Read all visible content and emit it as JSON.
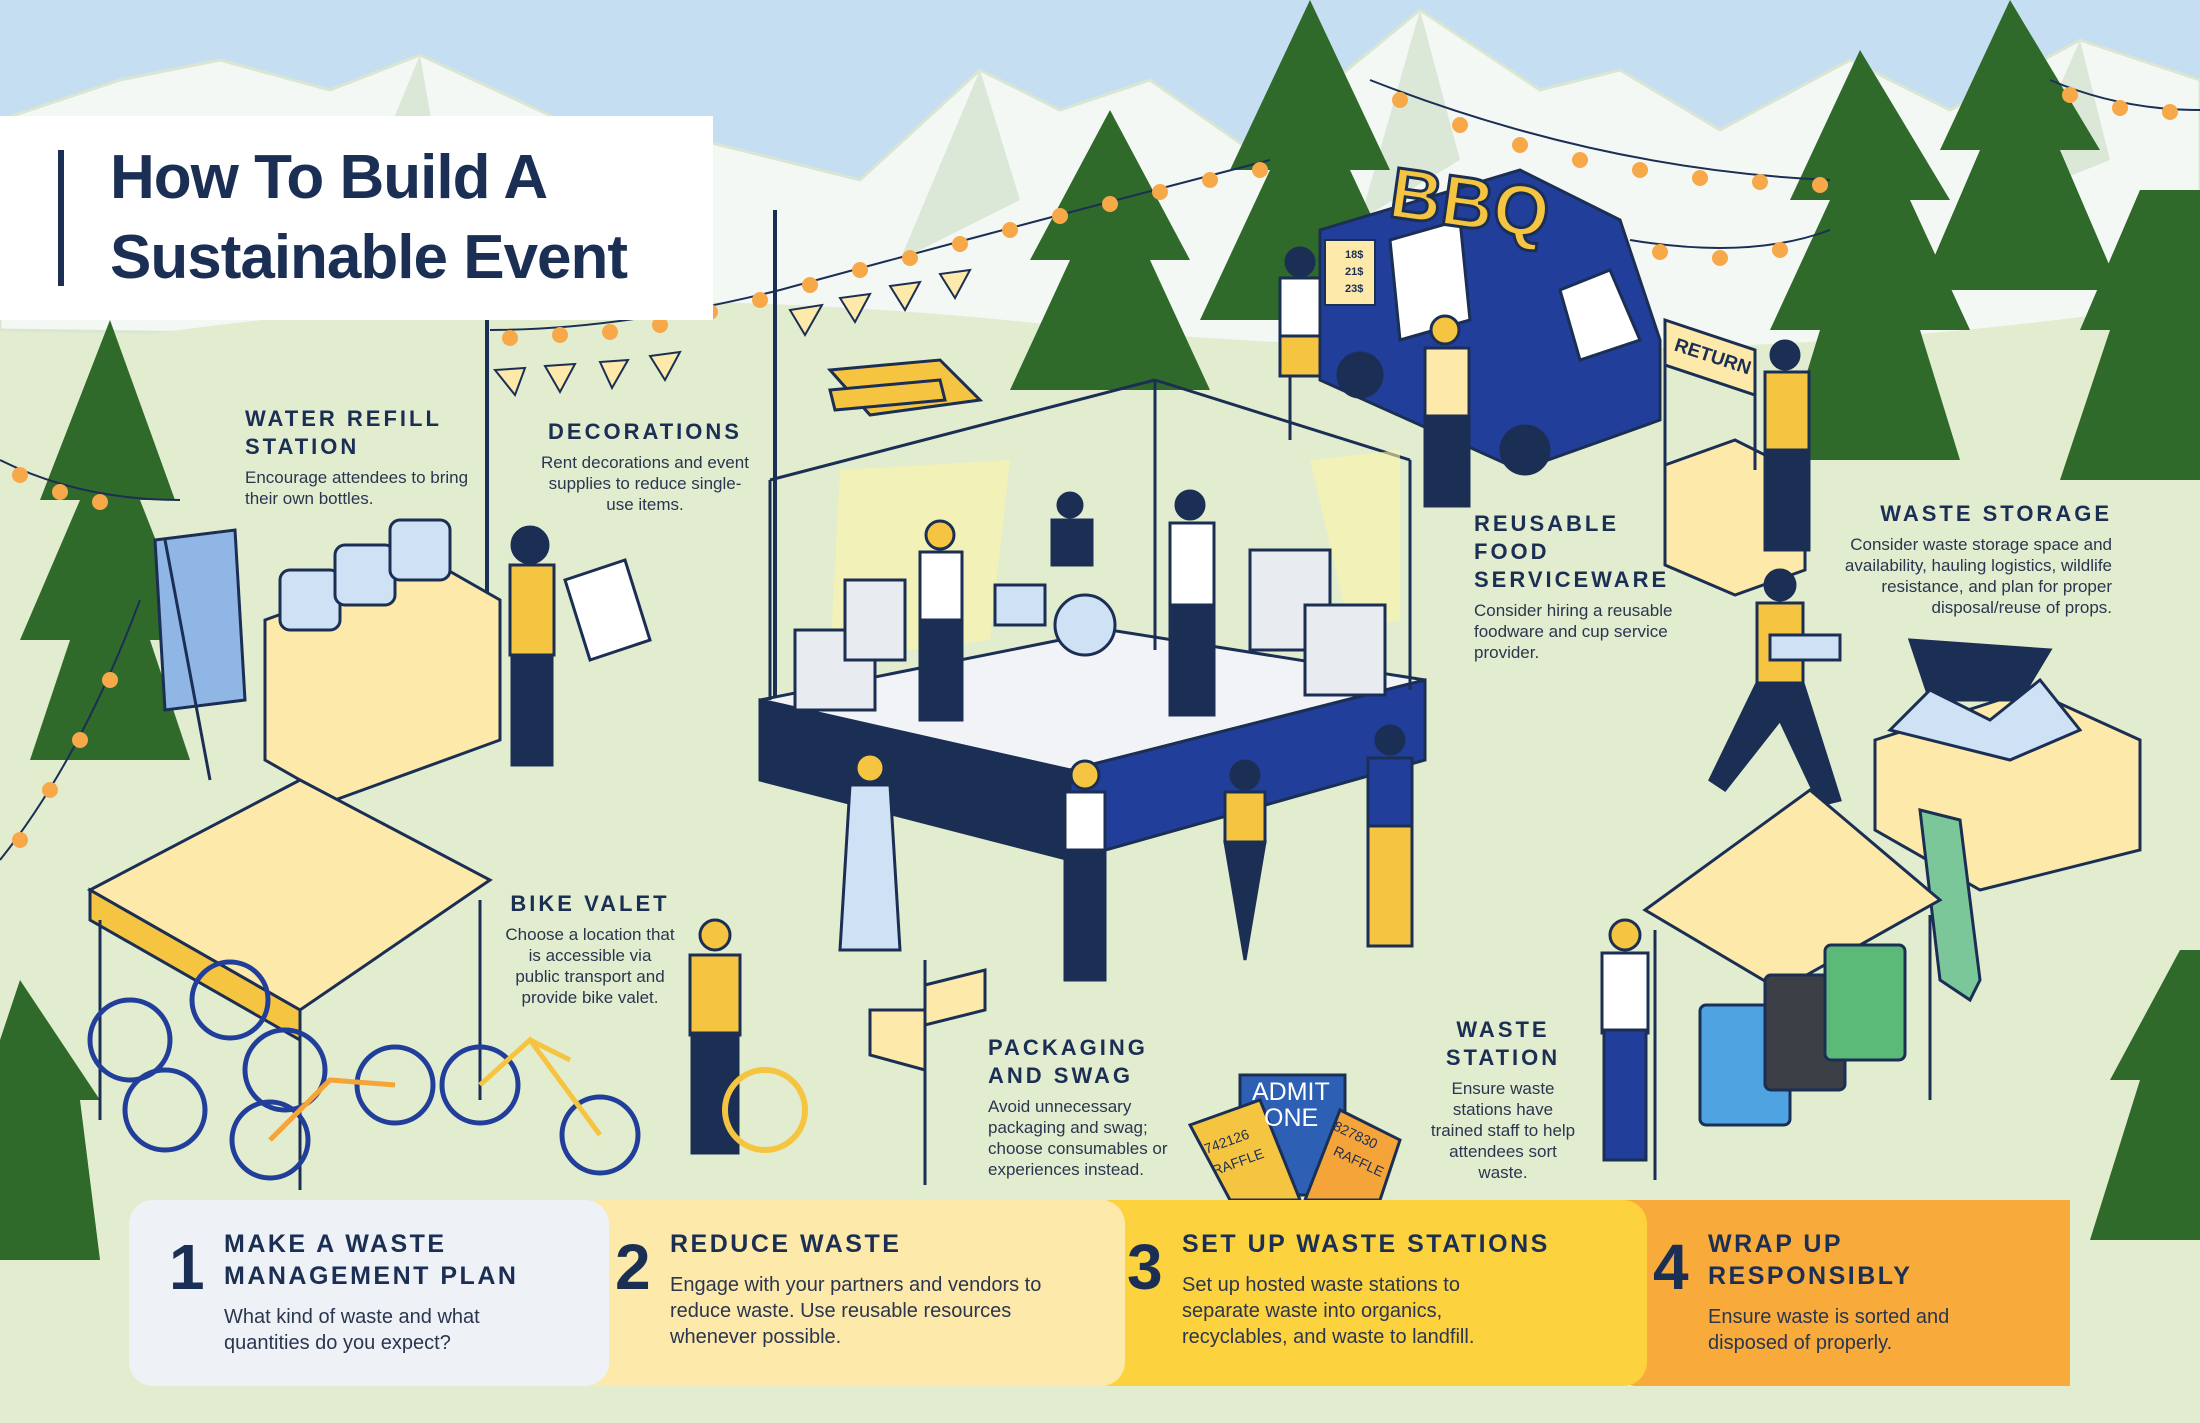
{
  "title": {
    "line1": "How To Build A",
    "line2": "Sustainable Event"
  },
  "callouts": {
    "water_refill": {
      "heading_line1": "WATER REFILL",
      "heading_line2": "STATION",
      "text": "Encourage attendees to bring their own bottles."
    },
    "decorations": {
      "heading": "DECORATIONS",
      "text": "Rent decorations and event supplies to reduce single-use items."
    },
    "reusable_food": {
      "heading_line1": "REUSABLE",
      "heading_line2": "FOOD",
      "heading_line3": "SERVICEWARE",
      "text": "Consider hiring a reusable foodware and cup service provider."
    },
    "waste_storage": {
      "heading": "WASTE STORAGE",
      "text": "Consider waste storage space and availability, hauling logistics, wildlife resistance, and plan for proper disposal/reuse of props."
    },
    "bike_valet": {
      "heading": "BIKE VALET",
      "text": "Choose a location that is accessible via public transport and provide bike valet."
    },
    "packaging": {
      "heading_line1": "PACKAGING",
      "heading_line2": "AND SWAG",
      "text": "Avoid unnecessary packaging and swag; choose consumables or experiences instead."
    },
    "waste_station": {
      "heading_line1": "WASTE",
      "heading_line2": "STATION",
      "text": "Ensure waste stations have trained staff to help attendees sort waste."
    }
  },
  "signs": {
    "bbq": "BBQ",
    "return": "RETURN",
    "menu": [
      "18$",
      "21$",
      "23$"
    ],
    "admit_line1": "ADMIT",
    "admit_line2": "ONE",
    "raffle_label": "RAFFLE",
    "raffle_numbers": [
      "742126",
      "827830"
    ]
  },
  "steps": [
    {
      "number": "1",
      "heading_line1": "MAKE A WASTE",
      "heading_line2": "MANAGEMENT PLAN",
      "text": "What kind of waste and what quantities do you expect?",
      "color": "#eef2f6"
    },
    {
      "number": "2",
      "heading_line1": "REDUCE WASTE",
      "heading_line2": "",
      "text": "Engage with your partners and vendors to reduce waste. Use reusable resources whenever possible.",
      "color": "#fde9a9"
    },
    {
      "number": "3",
      "heading_line1": "SET UP WASTE STATIONS",
      "heading_line2": "",
      "text": "Set up hosted waste stations to separate waste into organics, recyclables, and waste to landfill.",
      "color": "#fdd23f"
    },
    {
      "number": "4",
      "heading_line1": "WRAP UP",
      "heading_line2": "RESPONSIBLY",
      "text": "Ensure waste is sorted and disposed of properly.",
      "color": "#f8aa3b"
    }
  ],
  "colors": {
    "navy": "#1b2f55",
    "grass": "#e2edcf",
    "sky": "#c6def2",
    "tree": "#2f6a2a",
    "yellow": "#f5c542",
    "blue": "#213f9a"
  }
}
